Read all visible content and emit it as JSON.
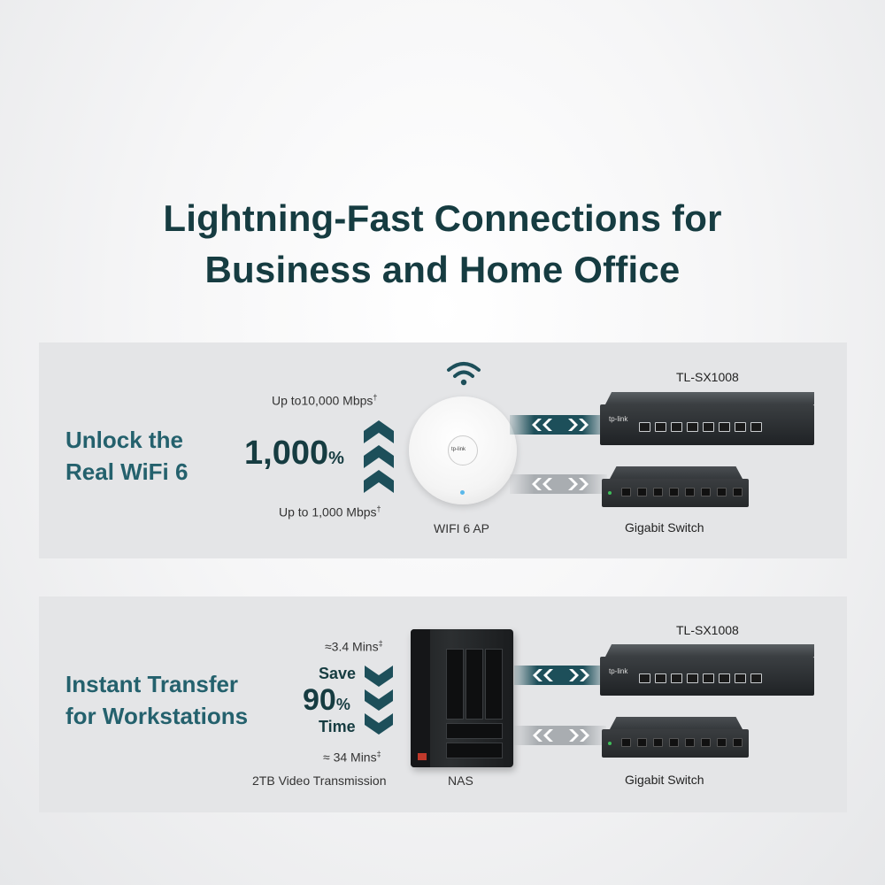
{
  "headline": {
    "line1": "Lightning-Fast Connections for",
    "line2": "Business and Home Office"
  },
  "section1": {
    "title_line1": "Unlock the",
    "title_line2": "Real WiFi 6",
    "top_speed": "Up to10,000 Mbps",
    "top_speed_mark": "†",
    "improvement_value": "1,000",
    "improvement_unit": "%",
    "bottom_speed": "Up to 1,000 Mbps",
    "bottom_speed_mark": "†",
    "ap_label": "WIFI 6 AP",
    "ap_logo": "tp-link",
    "switch_top_label": "TL-SX1008",
    "switch_bottom_label": "Gigabit Switch",
    "switch_logo": "tp-link",
    "icons": [
      "wifi-icon",
      "up-chevron-icon"
    ]
  },
  "section2": {
    "title_line1": "Instant Transfer",
    "title_line2": "for Workstations",
    "top_time": "≈3.4 Mins",
    "top_time_mark": "‡",
    "save_label": "Save",
    "save_value": "90",
    "save_unit": "%",
    "time_label": "Time",
    "bottom_time": "≈ 34 Mins",
    "bottom_time_mark": "‡",
    "transfer_label": "2TB Video Transmission",
    "nas_label": "NAS",
    "switch_top_label": "TL-SX1008",
    "switch_bottom_label": "Gigabit Switch",
    "switch_logo": "tp-link",
    "icons": [
      "down-chevron-icon"
    ]
  },
  "colors": {
    "headline": "#163c41",
    "accent": "#24616d",
    "connector_dark": "#1d4f5a",
    "connector_light": "#a9adb1",
    "panel": "#e4e5e7"
  }
}
